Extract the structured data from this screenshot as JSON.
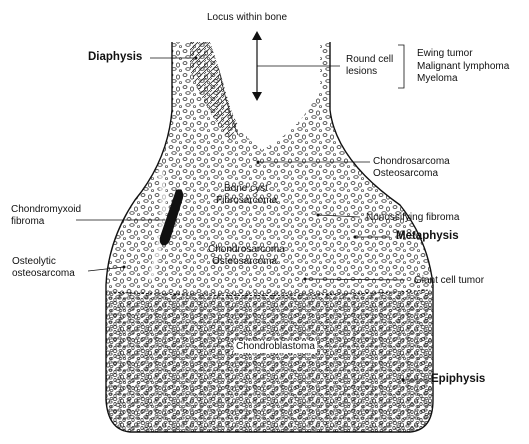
{
  "title": "Locus within bone",
  "regions": {
    "diaphysis": "Diaphysis",
    "metaphysis": "Metaphysis",
    "epiphysis": "Epiphysis"
  },
  "round_cell": {
    "label_line1": "Round cell",
    "label_line2": "lesions",
    "items": [
      "Ewing tumor",
      "Malignant lymphoma",
      "Myeloma"
    ]
  },
  "lesions": {
    "chondro_osteo_upper": [
      "Chondrosarcoma",
      "Osteosarcoma"
    ],
    "bone_cyst": [
      "Bone cyst",
      "Fibrosarcoma"
    ],
    "chondromyxoid": [
      "Chondromyxoid",
      "fibroma"
    ],
    "nonossifying": "Nonossifying fibroma",
    "osteolytic": [
      "Osteolytic",
      "osteosarcoma"
    ],
    "chondro_osteo_lower": [
      "Chondrosarcoma",
      "Osteosarcoma"
    ],
    "giant_cell": "Giant cell tumor",
    "chondroblastoma": "Chondroblastoma"
  },
  "colors": {
    "ink": "#111111",
    "background": "#ffffff"
  }
}
